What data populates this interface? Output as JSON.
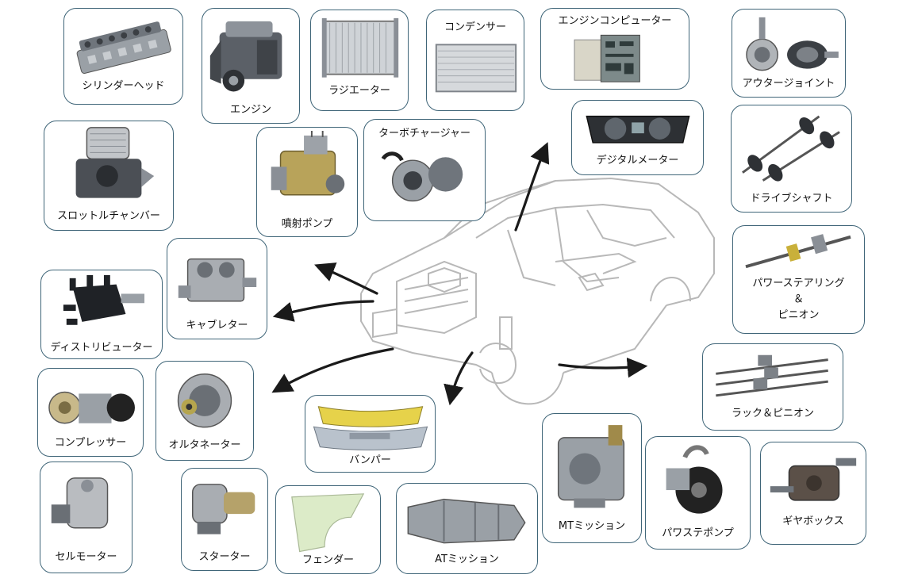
{
  "parts": {
    "cylinder_head": "シリンダーヘッド",
    "engine": "エンジン",
    "radiator": "ラジエーター",
    "condenser": "コンデンサー",
    "engine_computer": "エンジンコンピューター",
    "outer_joint": "アウタージョイント",
    "throttle_chamber": "スロットルチャンバー",
    "injection_pump": "噴射ポンプ",
    "turbocharger": "ターボチャージャー",
    "digital_meter": "デジタルメーター",
    "drive_shaft": "ドライブシャフト",
    "carburetor": "キャブレター",
    "distributor": "ディストリビューター",
    "power_steering_1": "パワーステアリング",
    "power_steering_2": "＆",
    "power_steering_3": "ピニオン",
    "rack_pinion": "ラック＆ピニオン",
    "compressor": "コンプレッサー",
    "alternator": "オルタネーター",
    "bumper": "バンパー",
    "mt_mission": "MTミッション",
    "power_steering_pump": "パワステポンプ",
    "gearbox": "ギヤボックス",
    "starter_motor": "セルモーター",
    "starter": "スターター",
    "fender": "フェンダー",
    "at_mission": "ATミッション"
  },
  "colors": {
    "card_border": "#3f6578",
    "arrow": "#1a1a1a",
    "car_outline": "#b8b8b8",
    "bumper_yellow": "#e6d24a",
    "bumper_gray": "#b9c2cc",
    "fender": "#dcebc8",
    "metal": "#8a8f96"
  }
}
